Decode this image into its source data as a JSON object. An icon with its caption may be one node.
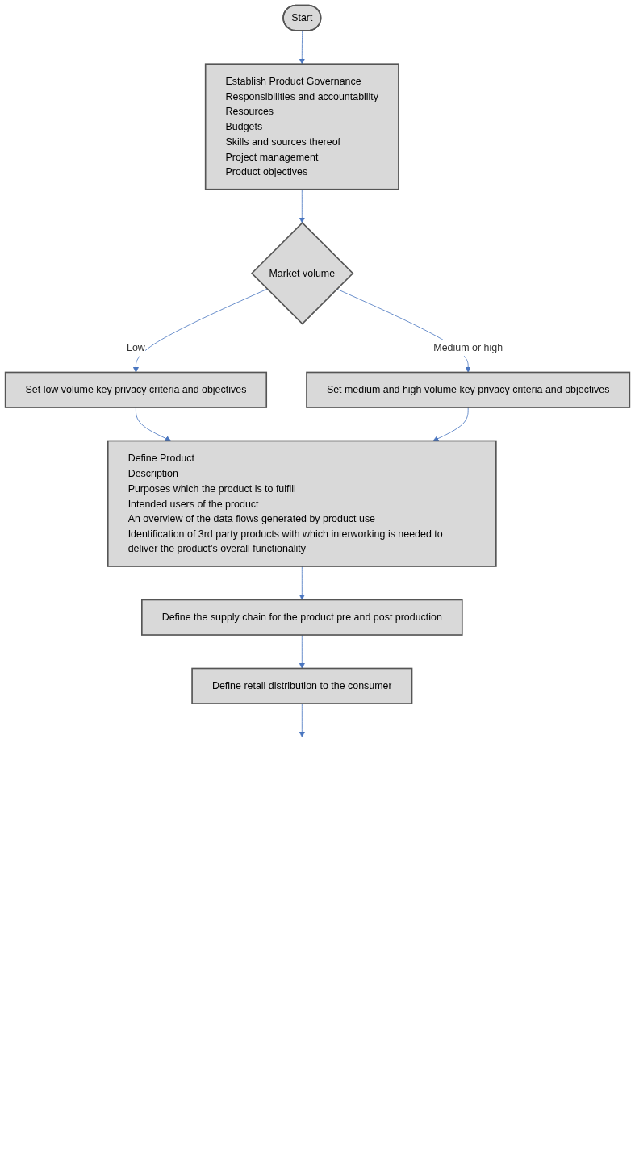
{
  "diagram": {
    "nodes": [
      {
        "text": [
          "Start"
        ]
      },
      {
        "text": [
          "Establish Product Governance",
          "Responsibilities and accountability",
          "Resources",
          "Budgets",
          "Skills and sources thereof",
          "Project management",
          "Product objectives"
        ]
      },
      {
        "text": [
          "Market volume"
        ]
      },
      {
        "text": [
          "Set low volume key privacy criteria and objectives"
        ]
      },
      {
        "text": [
          "Set medium and high volume key privacy criteria and objectives"
        ]
      },
      {
        "text": [
          "Define Product",
          "Description",
          "Purposes which the product is to fulfill",
          "Intended users of the product",
          "An overview of the data flows generated by product use",
          "Identification of 3rd party products with which interworking is needed to deliver the product’s overall functionality"
        ]
      },
      {
        "text": [
          "Define the supply chain for the product pre and post production"
        ]
      },
      {
        "text": [
          "Define retail distribution to the consumer"
        ]
      }
    ],
    "edges": [
      {
        "from": 0,
        "to": 1,
        "arrow": "to"
      },
      {
        "from": 1,
        "to": 2,
        "arrow": "to"
      },
      {
        "from": 2,
        "to": 3,
        "arrow": "to",
        "label": "Low"
      },
      {
        "from": 2,
        "to": 4,
        "arrow": "to",
        "label": "Medium or high"
      },
      {
        "from": 3,
        "to": 5,
        "arrow": "to"
      },
      {
        "from": 4,
        "to": 5,
        "arrow": "to"
      },
      {
        "from": 5,
        "to": 6,
        "arrow": "to"
      },
      {
        "from": 6,
        "to": 7,
        "arrow": "to"
      },
      {
        "from": 7,
        "to": null,
        "arrow": "to"
      }
    ]
  }
}
